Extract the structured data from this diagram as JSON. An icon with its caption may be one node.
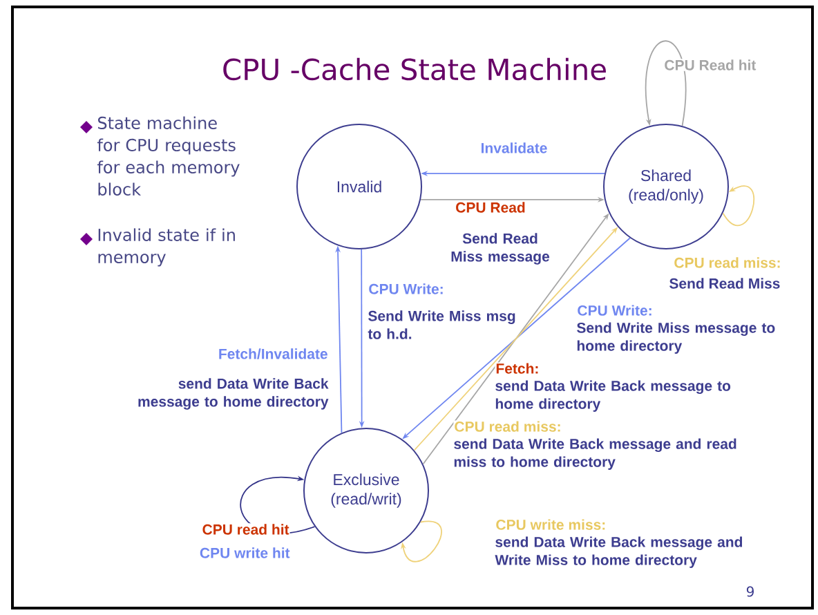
{
  "diagram": {
    "title": "CPU -Cache State Machine",
    "nodes": [
      {
        "text": [
          "Invalid"
        ]
      },
      {
        "text": [
          "Shared (read/only)"
        ]
      },
      {
        "text": [
          "Exclusive (read/writ)"
        ]
      }
    ],
    "edges": [
      {
        "from": 1,
        "to": 0,
        "arrow": "to",
        "label": "Invalidate"
      },
      {
        "from": 0,
        "to": 1,
        "arrow": "to",
        "label": "CPU Read",
        "color": "#a6a6a6"
      },
      {
        "from": 0,
        "to": 2,
        "arrow": "to",
        "label": "CPU Write:"
      },
      {
        "from": 2,
        "to": 0,
        "arrow": "to",
        "label": "Fetch/Invalidate"
      },
      {
        "from": 1,
        "to": 1,
        "arrow": "to",
        "label": "CPU Read hit",
        "color": "#a6a6a6"
      },
      {
        "from": 1,
        "to": 1,
        "arrow": "to",
        "label": "CPU read miss:",
        "color": "#efd27a"
      },
      {
        "from": 1,
        "to": 2,
        "arrow": "to",
        "label": "CPU Write:"
      },
      {
        "from": 2,
        "to": 1,
        "arrow": "to",
        "label": "Fetch:",
        "color": "#a6a6a6"
      },
      {
        "from": 2,
        "to": 1,
        "arrow": "to",
        "label": "CPU read miss:",
        "color": "#efd27a"
      },
      {
        "from": 2,
        "to": 2,
        "arrow": "to",
        "label": "CPU read hit",
        "color": "#333388"
      },
      {
        "from": 2,
        "to": 2,
        "arrow": "to",
        "label": "CPU write miss:",
        "color": "#efd27a"
      }
    ],
    "labels": [
      "State machine for CPU requests for each memory block",
      "Invalid state if in memory",
      "Send Read Miss message",
      "Send Read Miss",
      "Send Write Miss msg to h.d.",
      "Send Write Miss message to home directory",
      "send Data Write Back message to home directory",
      "send Data Write Back message to home directory",
      "send Data Write Back message and read miss to home directory",
      "CPU write hit",
      "send Data Write Back message and Write Miss to home directory",
      "9"
    ]
  }
}
